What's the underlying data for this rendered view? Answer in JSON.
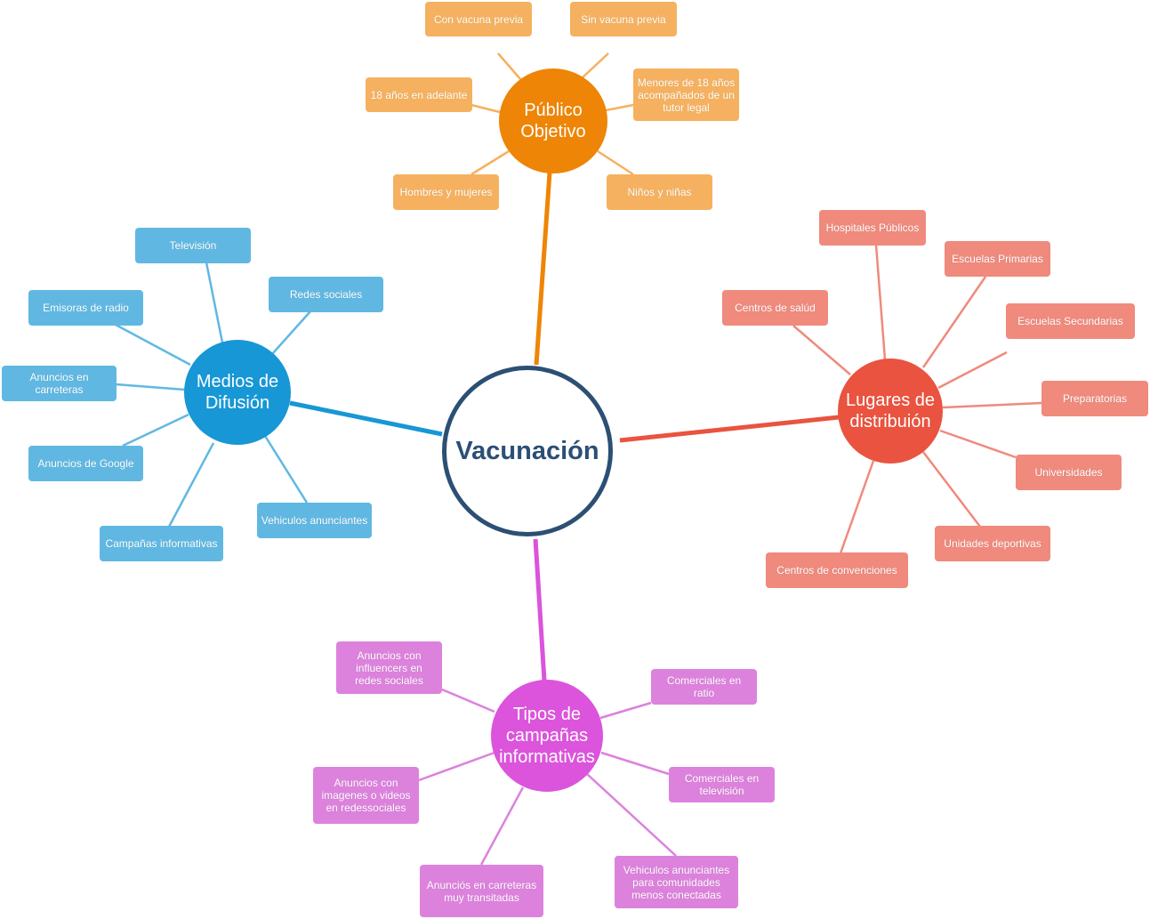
{
  "title": "Vacunación",
  "colors": {
    "center": "#2c4f74",
    "publico": "#ee8506",
    "publico_leaf": "#f5b15f",
    "medios": "#1797d5",
    "medios_leaf": "#60b8e2",
    "lugares": "#e9533f",
    "lugares_leaf": "#ef8a7d",
    "tipos": "#db54db",
    "tipos_leaf": "#dc82dc"
  },
  "branches": {
    "publico": {
      "label": "Público\nObjetivo",
      "items": [
        "Con vacuna previa",
        "Sin vacuna previa",
        "18 años en adelante",
        "Menores de 18 años\nacompañados de un\ntutor legal",
        "Hombres y mujeres",
        "Niños y niñas"
      ]
    },
    "medios": {
      "label": "Medios de\nDifusión",
      "items": [
        "Televisión",
        "Emisoras de radio",
        "Redes sociales",
        "Anuncios en carreteras",
        "Anuncios de Google",
        "Vehiculos anunciantes",
        "Campañas informativas"
      ]
    },
    "lugares": {
      "label": "Lugares de\ndistribuión",
      "items": [
        "Hospitales Públicos",
        "Escuelas Primarias",
        "Centros de salúd",
        "Escuelas Secundarias",
        "Preparatorias",
        "Universidades",
        "Unidades deportivas",
        "Centros de convenciones"
      ]
    },
    "tipos": {
      "label": "Tipos de\ncampañas\ninformativas",
      "items": [
        "Anuncios con\ninfluencers en\nredes sociales",
        "Comerciales en\nratio",
        "Anuncios con\nimagenes o videos\nen redessociales",
        "Comerciales en\ntelevisión",
        "Anunciós en carreteras\nmuy transitadas",
        "Vehiculos anunciantes\npara comunidades\nmenos conectadas"
      ]
    }
  }
}
